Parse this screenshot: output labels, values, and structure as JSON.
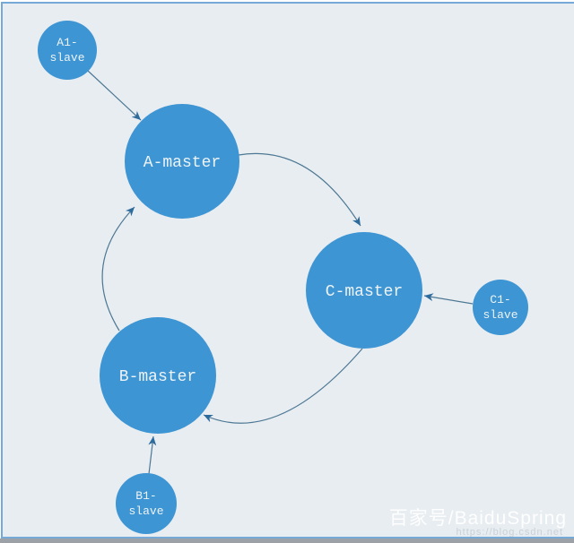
{
  "diagram": {
    "type": "master-slave-replication-cycle",
    "nodes": [
      {
        "id": "a-master",
        "label": "A-master",
        "role": "master",
        "color": "#3e95d3"
      },
      {
        "id": "b-master",
        "label": "B-master",
        "role": "master",
        "color": "#3e95d3"
      },
      {
        "id": "c-master",
        "label": "C-master",
        "role": "master",
        "color": "#3e95d3"
      },
      {
        "id": "a1-slave",
        "lines": [
          "A1-",
          "slave"
        ],
        "role": "slave",
        "color": "#3e95d3"
      },
      {
        "id": "b1-slave",
        "lines": [
          "B1-",
          "slave"
        ],
        "role": "slave",
        "color": "#3e95d3"
      },
      {
        "id": "c1-slave",
        "lines": [
          "C1-",
          "slave"
        ],
        "role": "slave",
        "color": "#3e95d3"
      }
    ],
    "edges": [
      {
        "from": "a1-slave",
        "to": "a-master",
        "style": "straight-arrow"
      },
      {
        "from": "b1-slave",
        "to": "b-master",
        "style": "straight-arrow"
      },
      {
        "from": "c1-slave",
        "to": "c-master",
        "style": "straight-arrow"
      },
      {
        "from": "a-master",
        "to": "c-master",
        "style": "curved-arrow"
      },
      {
        "from": "c-master",
        "to": "b-master",
        "style": "curved-arrow"
      },
      {
        "from": "b-master",
        "to": "a-master",
        "style": "curved-arrow"
      }
    ]
  },
  "watermark": {
    "badge": "百家号/BaiduSpring",
    "faint_url": "https://blog.csdn.net"
  },
  "colors": {
    "panel_background": "#e8edf1",
    "node_fill": "#3e95d3",
    "node_text": "#edf3f7",
    "edge_stroke": "#4d7894",
    "arrowhead": "#2e6b9d",
    "frame_border": "#74a9d8",
    "bottom_strip": "#9ba1a7"
  }
}
